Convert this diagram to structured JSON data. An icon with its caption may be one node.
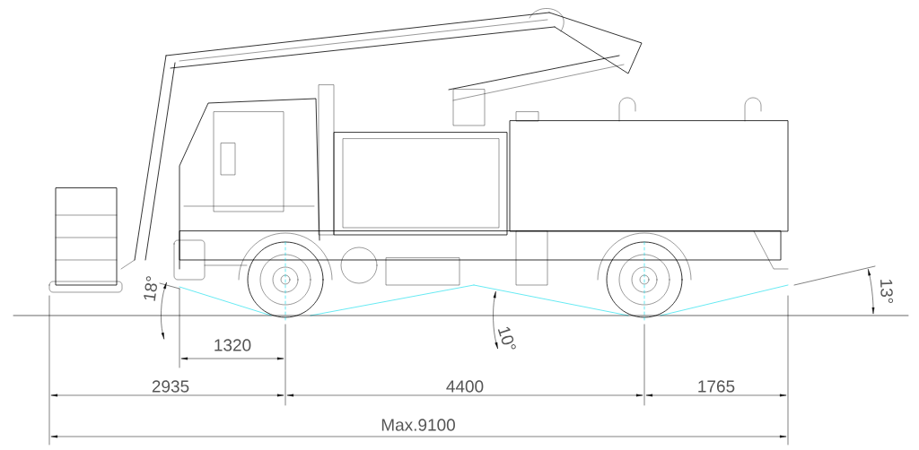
{
  "diagram": {
    "labels": [
      "18°",
      "13°",
      "1320",
      "10°",
      "2935",
      "4400",
      "1765",
      "Max.9100"
    ]
  }
}
